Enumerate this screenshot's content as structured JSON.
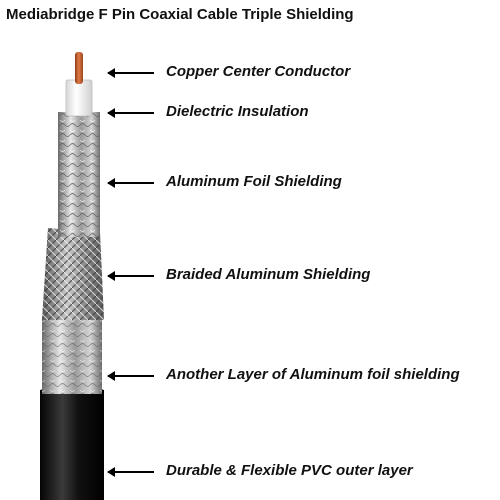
{
  "title": "Mediabridge F Pin Coaxial Cable Triple Shielding",
  "labels": [
    "Copper Center Conductor",
    "Dielectric Insulation",
    "Aluminum Foil Shielding",
    "Braided Aluminum Shielding",
    "Another Layer of Aluminum foil shielding",
    "Durable & Flexible PVC outer layer"
  ],
  "colors": {
    "copper": "#c8612f",
    "dielectric": "#f4f4f4",
    "foil": "#a9a9a9",
    "braid": "#8d8d8d",
    "jacket": "#1a1a1a"
  }
}
